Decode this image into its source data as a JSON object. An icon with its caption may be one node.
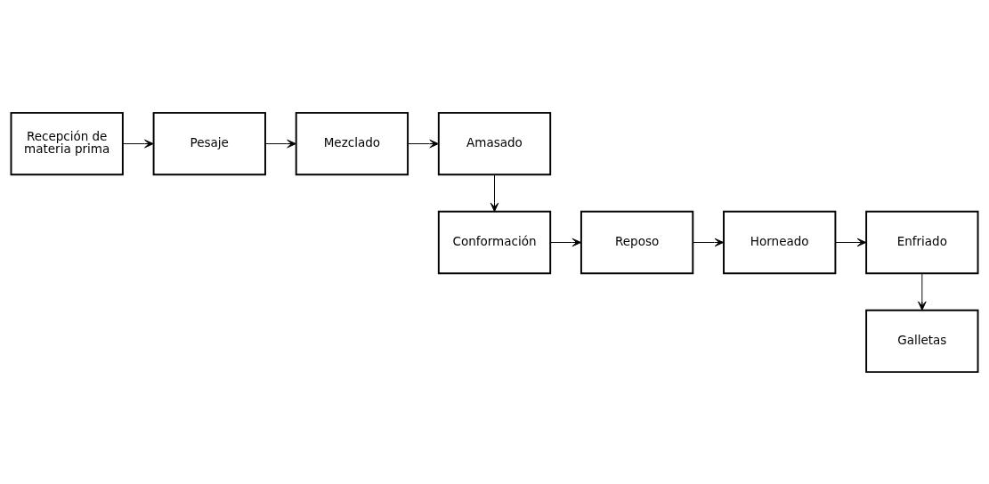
{
  "diagram": {
    "nodes": [
      {
        "text": [
          "Recepción de materia prima"
        ]
      },
      {
        "text": [
          "Pesaje"
        ]
      },
      {
        "text": [
          "Mezclado"
        ]
      },
      {
        "text": [
          "Amasado"
        ]
      },
      {
        "text": [
          "Conformación"
        ]
      },
      {
        "text": [
          "Reposo"
        ]
      },
      {
        "text": [
          "Horneado"
        ]
      },
      {
        "text": [
          "Enfriado"
        ]
      },
      {
        "text": [
          "Galletas"
        ]
      }
    ],
    "edges": [
      {
        "from": 0,
        "to": 1,
        "arrow": "to"
      },
      {
        "from": 1,
        "to": 2,
        "arrow": "to"
      },
      {
        "from": 2,
        "to": 3,
        "arrow": "to"
      },
      {
        "from": 3,
        "to": 4,
        "arrow": "to"
      },
      {
        "from": 4,
        "to": 5,
        "arrow": "to"
      },
      {
        "from": 5,
        "to": 6,
        "arrow": "to"
      },
      {
        "from": 6,
        "to": 7,
        "arrow": "to"
      },
      {
        "from": 7,
        "to": 8,
        "arrow": "to"
      }
    ]
  }
}
